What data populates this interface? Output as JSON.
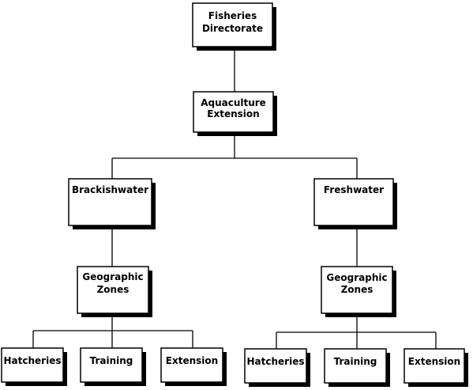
{
  "nodes": {
    "fisheries": {
      "lines": [
        "Fisheries",
        "Directorate"
      ]
    },
    "aquaculture": {
      "lines": [
        "Aquaculture",
        "Extension"
      ]
    },
    "brackishwater": {
      "lines": [
        "Brackishwater"
      ]
    },
    "freshwater": {
      "lines": [
        "Freshwater"
      ]
    },
    "geo_left": {
      "lines": [
        "Geographic",
        "Zones"
      ]
    },
    "geo_right": {
      "lines": [
        "Geographic",
        "Zones"
      ]
    },
    "hatch_left": {
      "lines": [
        "Hatcheries"
      ]
    },
    "train_left": {
      "lines": [
        "Training"
      ]
    },
    "ext_left": {
      "lines": [
        "Extension"
      ]
    },
    "hatch_right": {
      "lines": [
        "Hatcheries"
      ]
    },
    "train_right": {
      "lines": [
        "Training"
      ]
    },
    "ext_right": {
      "lines": [
        "Extension"
      ]
    }
  },
  "colors": {
    "stroke": "#000000",
    "fill": "#ffffff",
    "shadow": "#000000"
  }
}
